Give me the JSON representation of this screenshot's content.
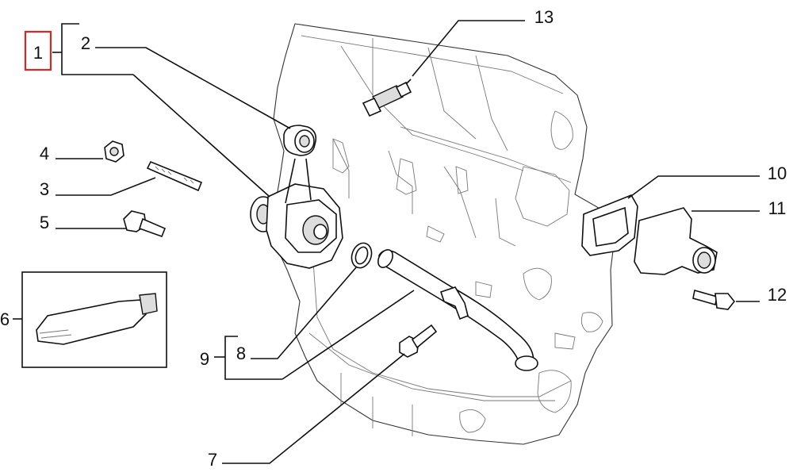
{
  "diagram": {
    "callouts": [
      "1",
      "2",
      "3",
      "4",
      "5",
      "6",
      "7",
      "8",
      "9",
      "10",
      "11",
      "12",
      "13"
    ],
    "highlight_color": "#d62828",
    "line_color": "#111111"
  }
}
